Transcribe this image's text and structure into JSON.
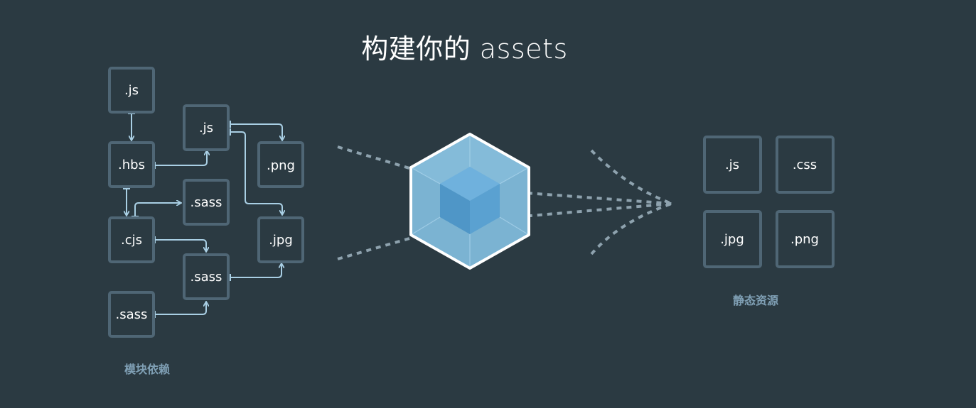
{
  "title": "构建你的 assets",
  "left_caption": "模块依赖",
  "right_caption": "静态资源",
  "left_modules": [
    ".js",
    ".hbs",
    ".cjs",
    ".sass",
    ".js",
    ".sass",
    ".sass",
    ".png",
    ".jpg"
  ],
  "right_assets": [
    ".js",
    ".css",
    ".jpg",
    ".png"
  ],
  "colors": {
    "background": "#2b3a42",
    "box_border": "#4f6675",
    "arrow": "#a9cfe4",
    "cube_outer": "#8dd6f9",
    "cube_inner": "#1c78c0",
    "caption": "#7f9fb4"
  }
}
